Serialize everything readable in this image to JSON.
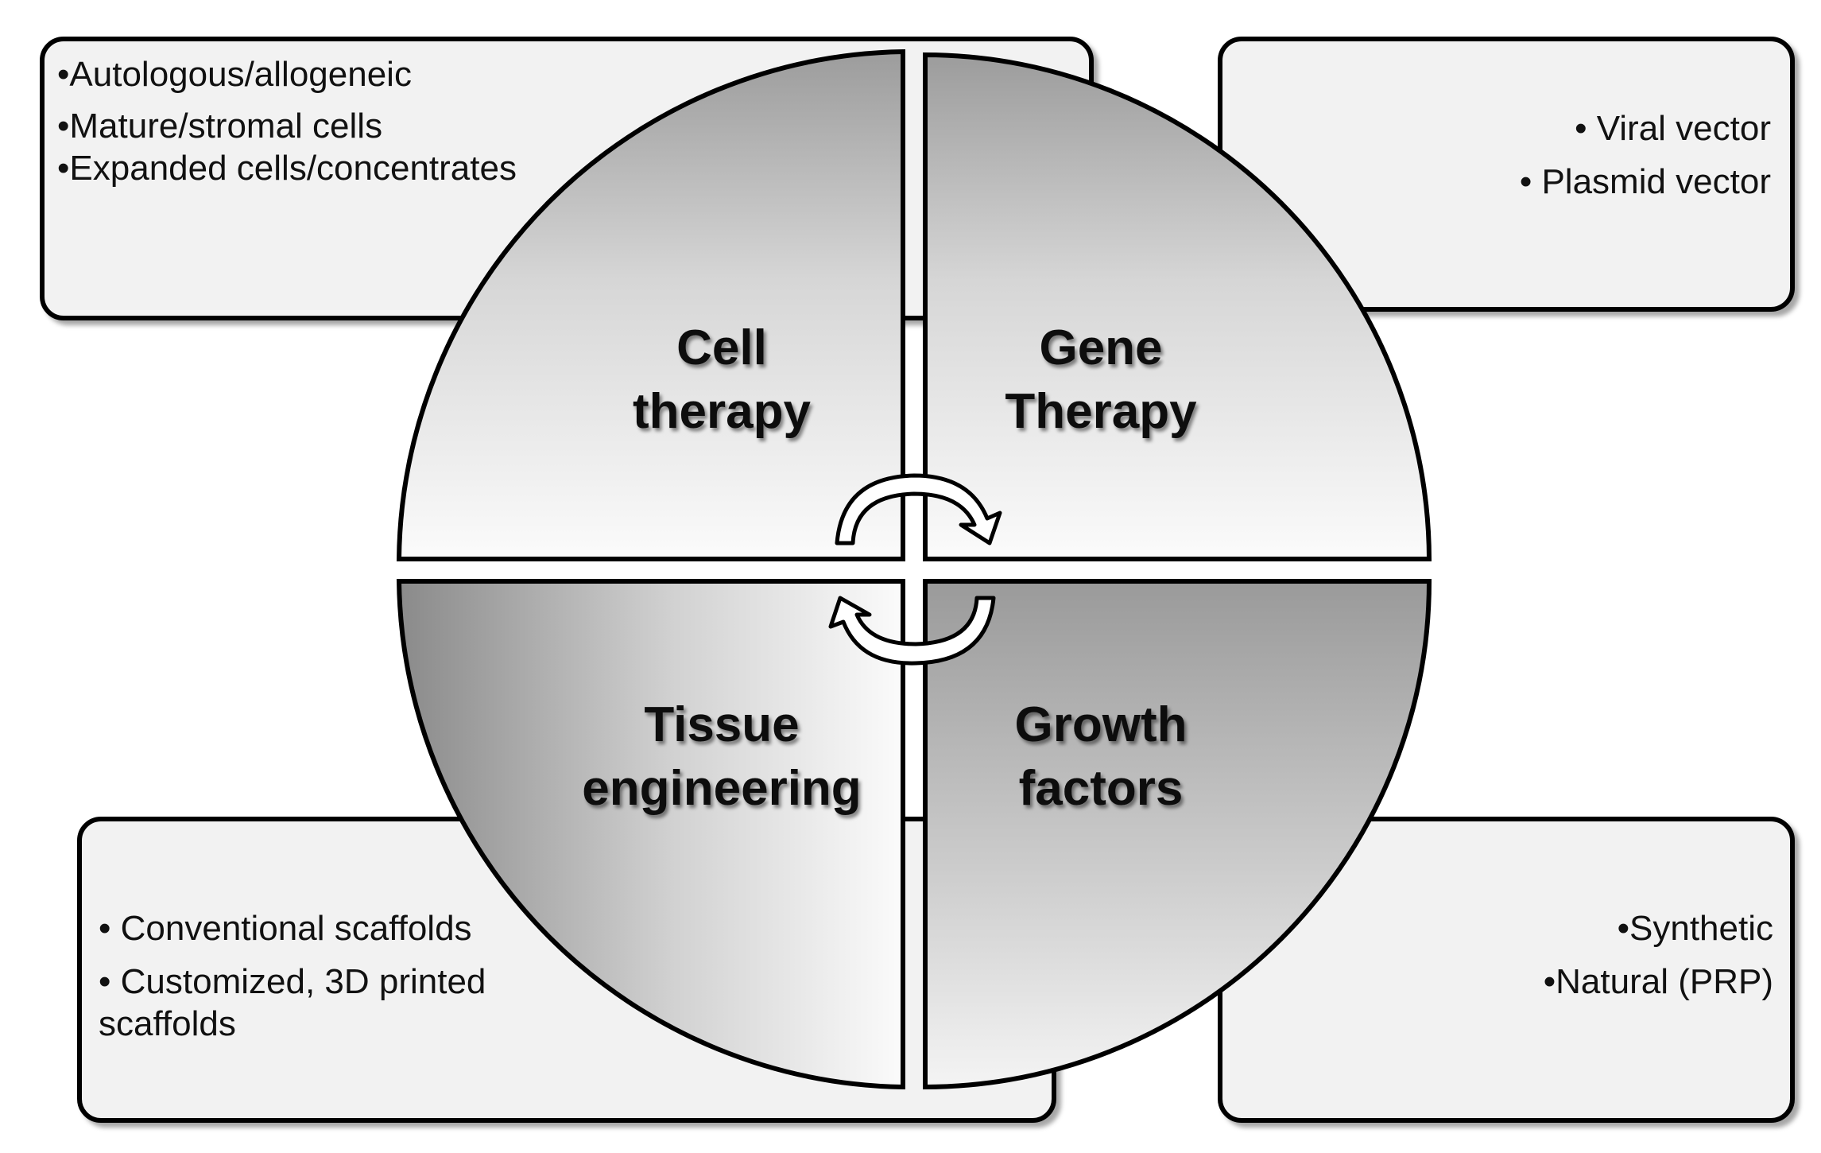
{
  "boxes": {
    "top_left": {
      "items": [
        "•Autologous/allogeneic",
        "•Mature/stromal cells",
        "•Expanded cells/concentrates"
      ]
    },
    "top_right": {
      "items": [
        "• Viral vector",
        "• Plasmid vector"
      ]
    },
    "bottom_left": {
      "items": [
        "• Conventional scaffolds",
        "• Customized, 3D printed scaffolds"
      ]
    },
    "bottom_right": {
      "items": [
        "•Synthetic",
        "•Natural (PRP)"
      ]
    }
  },
  "quadrants": {
    "cell_therapy": {
      "line1": "Cell",
      "line2": "therapy"
    },
    "gene_therapy": {
      "line1": "Gene",
      "line2": "Therapy"
    },
    "tissue_engineering": {
      "line1": "Tissue",
      "line2": "engineering"
    },
    "growth_factors": {
      "line1": "Growth",
      "line2": "factors"
    }
  },
  "colors": {
    "outline": "#000000",
    "box_fill": "#f2f2f2",
    "dark_gray": "#8c8c8c",
    "light_gray": "#fafafa"
  }
}
